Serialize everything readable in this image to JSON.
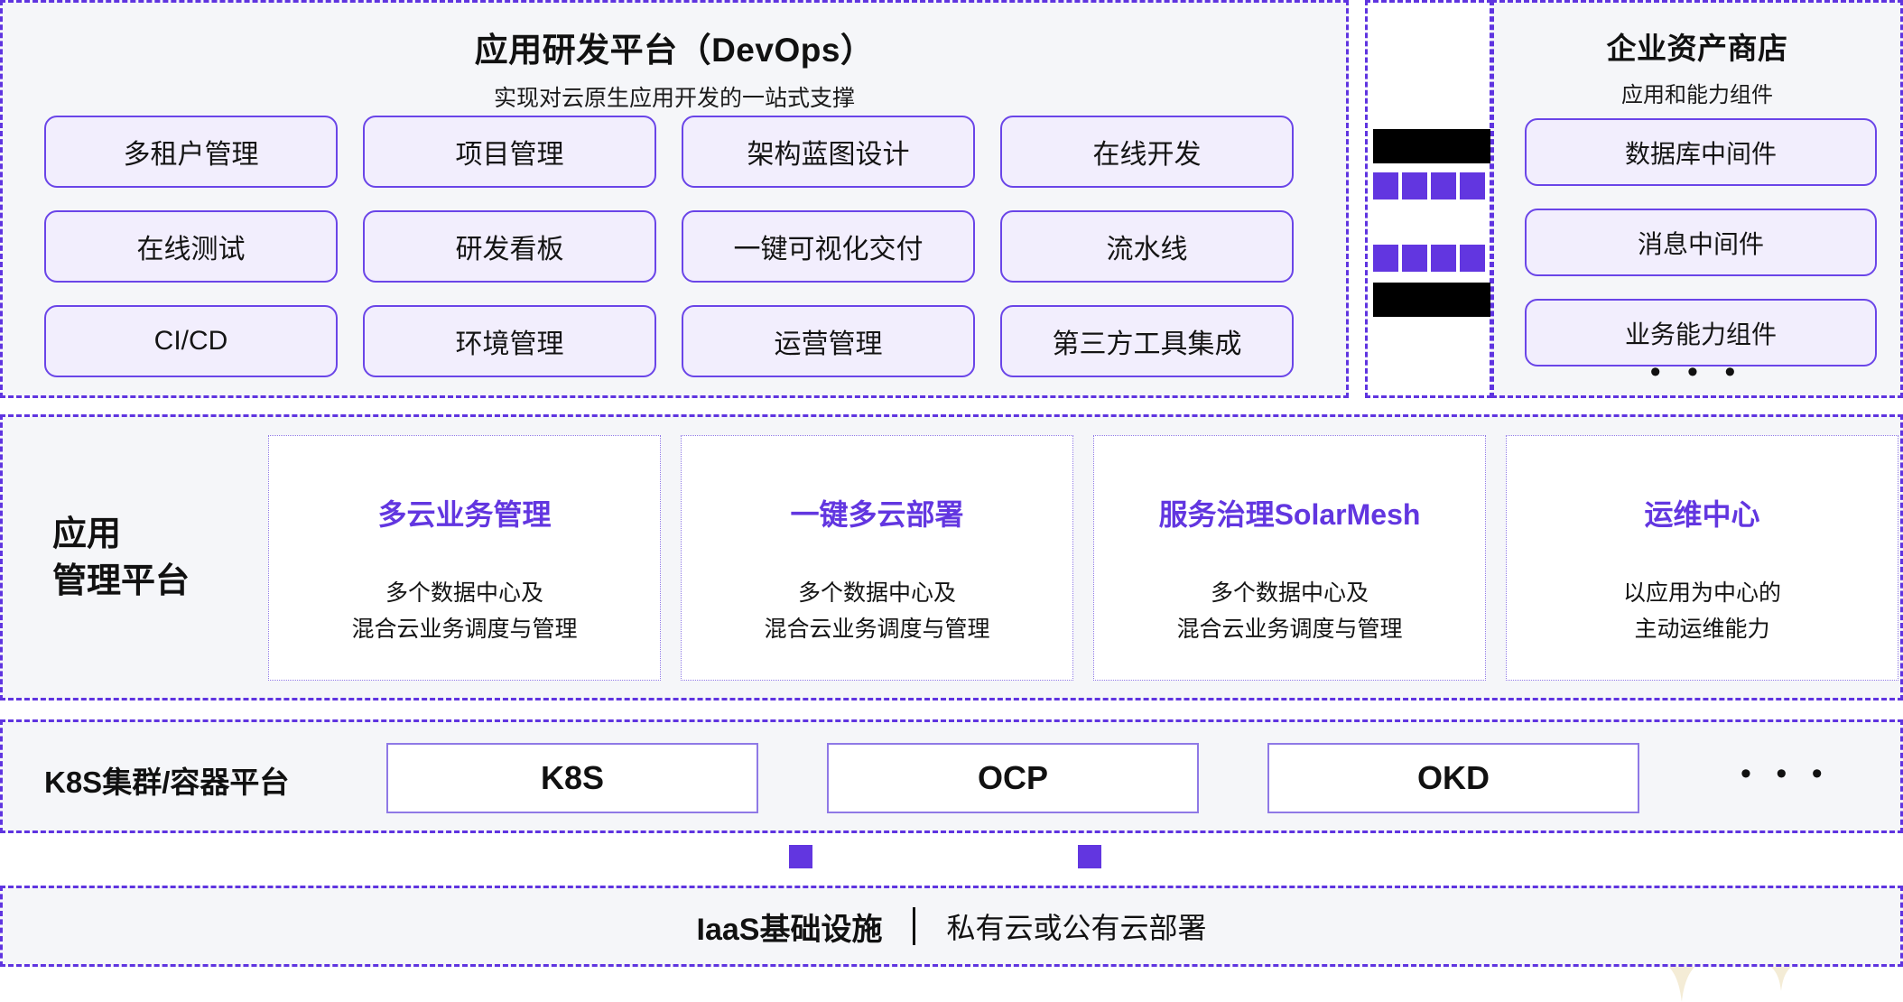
{
  "devops": {
    "title": "应用研发平台（DevOps）",
    "subtitle": "实现对云原生应用开发的一站式支撑",
    "items": [
      "多租户管理",
      "项目管理",
      "架构蓝图设计",
      "在线开发",
      "在线测试",
      "研发看板",
      "一键可视化交付",
      "流水线",
      "CI/CD",
      "环境管理",
      "运营管理",
      "第三方工具集成"
    ]
  },
  "middle_column": {
    "redacted_top": "",
    "redacted_bottom": "",
    "block_rows": 2,
    "blocks_per_row": 4,
    "block_color": "#6236e0"
  },
  "assets": {
    "title": "企业资产商店",
    "subtitle": "应用和能力组件",
    "items": [
      "数据库中间件",
      "消息中间件",
      "业务能力组件"
    ],
    "more": "• • •"
  },
  "management": {
    "label": "应用\n管理平台",
    "cards": [
      {
        "title": "多云业务管理",
        "desc": "多个数据中心及\n混合云业务调度与管理"
      },
      {
        "title": "一键多云部署",
        "desc": "多个数据中心及\n混合云业务调度与管理"
      },
      {
        "title": "服务治理SolarMesh",
        "desc": "多个数据中心及\n混合云业务调度与管理"
      },
      {
        "title": "运维中心",
        "desc": "以应用为中心的\n主动运维能力"
      }
    ]
  },
  "k8s": {
    "label": "K8S集群/容器平台",
    "items": [
      "K8S",
      "OCP",
      "OKD"
    ],
    "more": "• • •"
  },
  "iaas": {
    "title": "IaaS基础设施",
    "divider": "|",
    "subtitle": "私有云或公有云部署"
  },
  "colors": {
    "accent": "#6236e0",
    "pill_fill": "#f2eefd",
    "pill_border": "#6a45e8",
    "section_fill": "#f5f6f9",
    "section_border": "#5f34e0",
    "sparkle": "#f4ecd6"
  }
}
